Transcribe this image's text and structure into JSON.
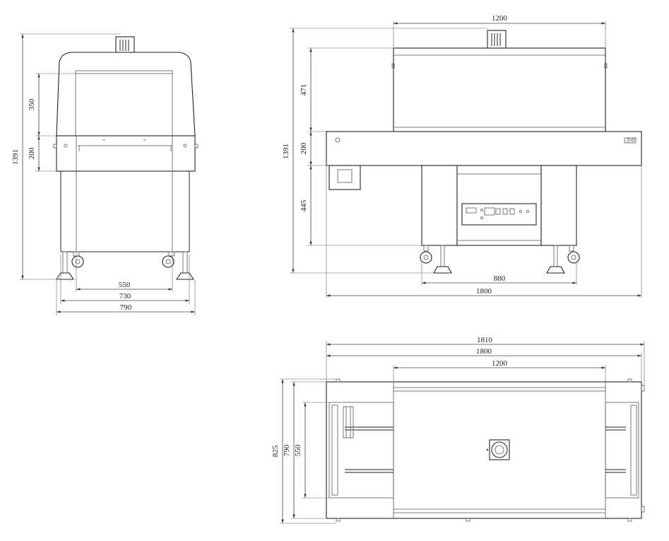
{
  "front_view": {
    "dims": {
      "overall_height": "1391",
      "tunnel_height": "350",
      "frame_height": "200",
      "inner_width": "550",
      "frame_width": "730",
      "overall_width": "790"
    }
  },
  "side_view": {
    "dims": {
      "tunnel_length": "1200",
      "tunnel_height": "471",
      "frame_height": "200",
      "overall_height": "1391",
      "leg_height": "445",
      "leg_span": "880",
      "overall_length": "1800"
    }
  },
  "top_view": {
    "dims": {
      "overall_length_outer": "1810",
      "overall_length": "1800",
      "tunnel_length": "1200",
      "overall_depth": "825",
      "frame_depth": "790",
      "conveyor_width": "550"
    }
  }
}
